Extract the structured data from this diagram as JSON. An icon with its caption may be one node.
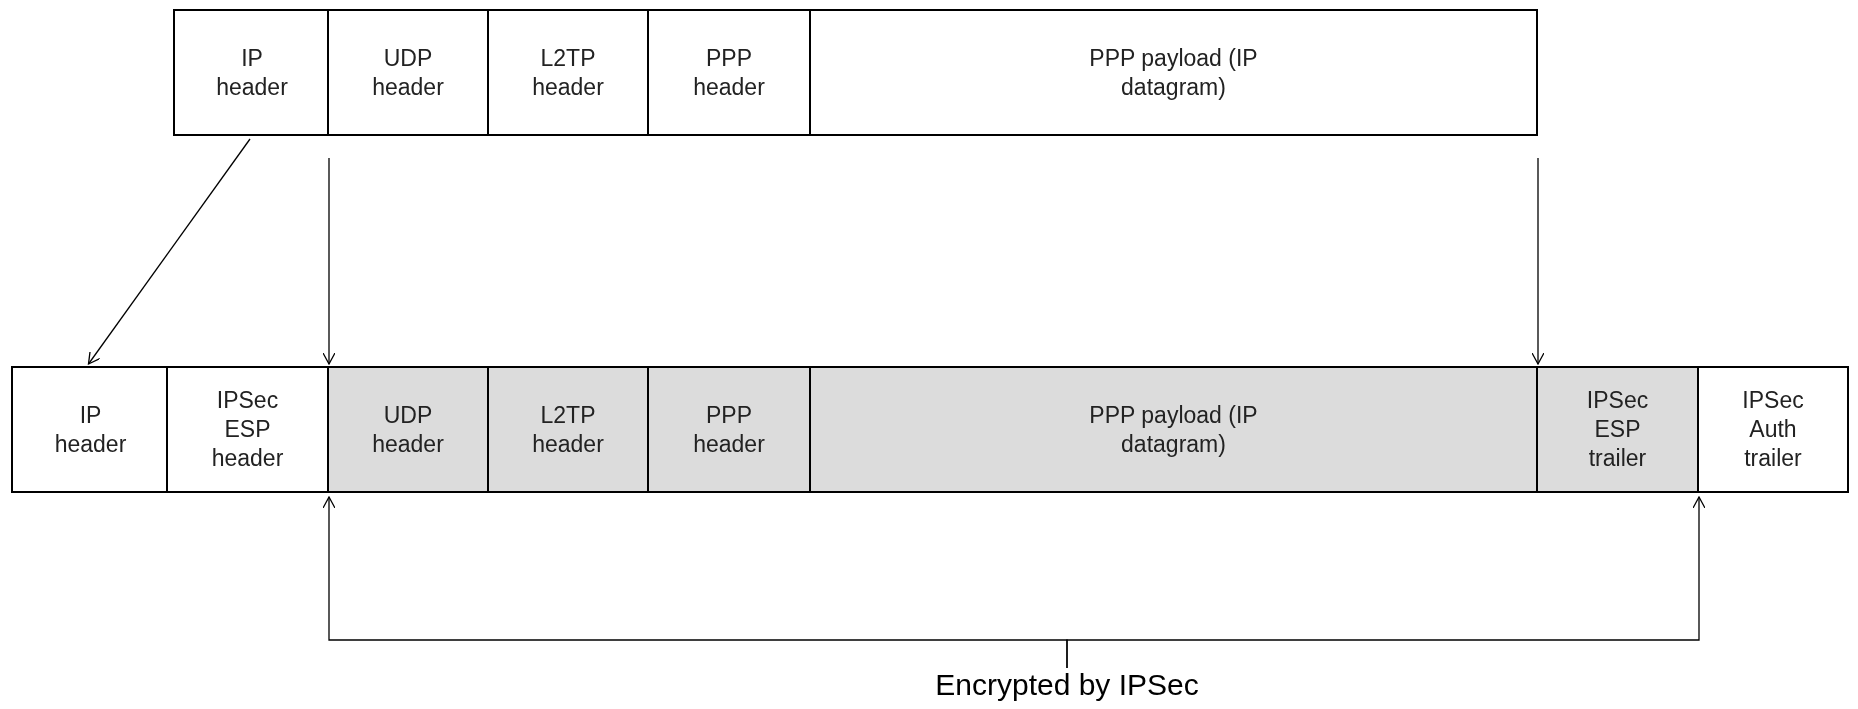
{
  "diagram": {
    "nodes": [
      {
        "text": [
          "IP header"
        ]
      },
      {
        "text": [
          "UDP header"
        ]
      },
      {
        "text": [
          "L2TP header"
        ]
      },
      {
        "text": [
          "PPP header"
        ]
      },
      {
        "text": [
          "PPP payload (IP datagram)"
        ]
      },
      {
        "text": [
          "IP header"
        ]
      },
      {
        "text": [
          "IPSec ESP header"
        ]
      },
      {
        "text": [
          "UDP header"
        ]
      },
      {
        "text": [
          "L2TP header"
        ]
      },
      {
        "text": [
          "PPP header"
        ]
      },
      {
        "text": [
          "PPP payload (IP datagram)"
        ]
      },
      {
        "text": [
          "IPSec ESP trailer"
        ]
      },
      {
        "text": [
          "IPSec Auth trailer"
        ]
      },
      {
        "text": [
          "Encrypted by IPSec"
        ]
      }
    ],
    "edges": [
      {
        "from": 0,
        "to": 5,
        "arrow": "to"
      },
      {
        "from": 1,
        "to": 7,
        "arrow": "to"
      },
      {
        "from": 4,
        "to": 10,
        "arrow": "to"
      },
      {
        "from": 13,
        "to": 7,
        "arrow": "to"
      },
      {
        "from": 13,
        "to": 11,
        "arrow": "to"
      }
    ]
  }
}
